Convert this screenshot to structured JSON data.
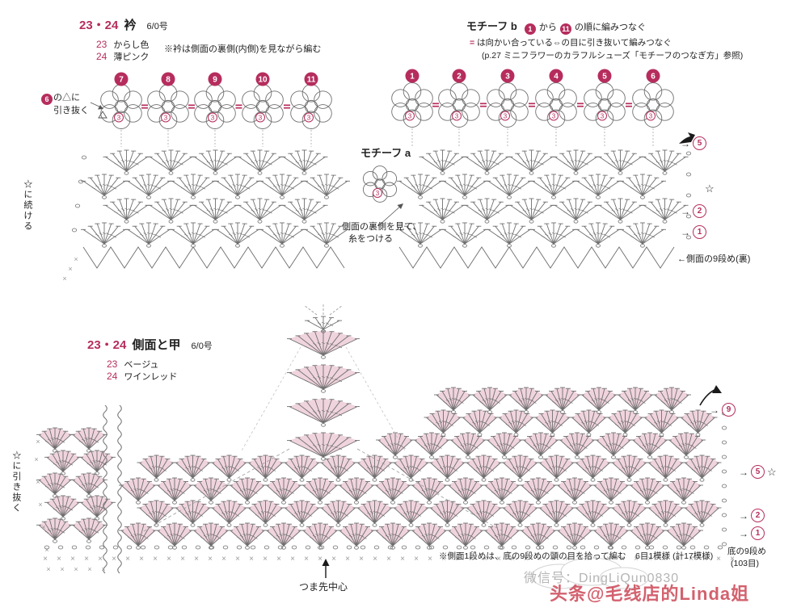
{
  "accent_color": "#b62d5d",
  "pink_fill": "#f0d4dd",
  "top_section": {
    "title_num": "23・24",
    "title_part": "衿",
    "title_hook": "6/0号",
    "colors": [
      {
        "num": "23",
        "name": "からし色"
      },
      {
        "num": "24",
        "name": "薄ピンク"
      }
    ],
    "note": "※衿は側面の裏側(内側)を見ながら編む",
    "motif_b": {
      "label": "モチーフ b",
      "seq_from": "1",
      "seq_text1": "から",
      "seq_to": "11",
      "seq_text2": "の順に編みつなぐ",
      "join_mark": "=",
      "join_note": "は向かい合っている⇔の目に引き抜いて編みつなぐ",
      "ref_note": "(p.27 ミニフラワーのカラフルシューズ「モチーフのつなぎ方」参照)"
    },
    "left_motif_numbers": [
      "7",
      "8",
      "9",
      "10",
      "11"
    ],
    "right_motif_numbers": [
      "1",
      "2",
      "3",
      "4",
      "5",
      "6"
    ],
    "motif_inner_number": "3",
    "slip_note_num": "6",
    "slip_note_text1": "の△に",
    "slip_note_text2": "引き抜く",
    "continue_note": "☆に続ける",
    "motif_a_label": "モチーフ a",
    "attach_note_line1": "側面の裏側を見て、",
    "attach_note_line2": "糸をつける",
    "row_markers": [
      {
        "arrow": "→",
        "num": "5"
      },
      {
        "arrow": "→",
        "num": "2"
      },
      {
        "arrow": "→",
        "num": "1"
      }
    ],
    "star": "☆",
    "side_row_note": "←側面の9段め(裏)"
  },
  "bottom_section": {
    "title_num": "23・24",
    "title_part": "側面と甲",
    "title_hook": "6/0号",
    "colors": [
      {
        "num": "23",
        "name": "ベージュ"
      },
      {
        "num": "24",
        "name": "ワインレッド"
      }
    ],
    "slip_note": "☆に引き抜く",
    "row_markers": [
      {
        "arrow": "→",
        "num": "9"
      },
      {
        "arrow": "→",
        "num": "5"
      },
      {
        "arrow": "→",
        "num": "2"
      },
      {
        "arrow": "→",
        "num": "1"
      }
    ],
    "star": "☆",
    "toe_center": "つま先中心",
    "pickup_note": "※側面1段めは、底の9段めの頭の目を拾って編む",
    "repeat_note": "6目1模様 (計17模様)",
    "base_row_note": "底の9段め",
    "stitch_count": "(103目)",
    "x_symbol": "×"
  },
  "watermark": {
    "wechat": "微信号：DingLiQun0830",
    "toutiao": "头条@毛线店的Linda姐"
  }
}
